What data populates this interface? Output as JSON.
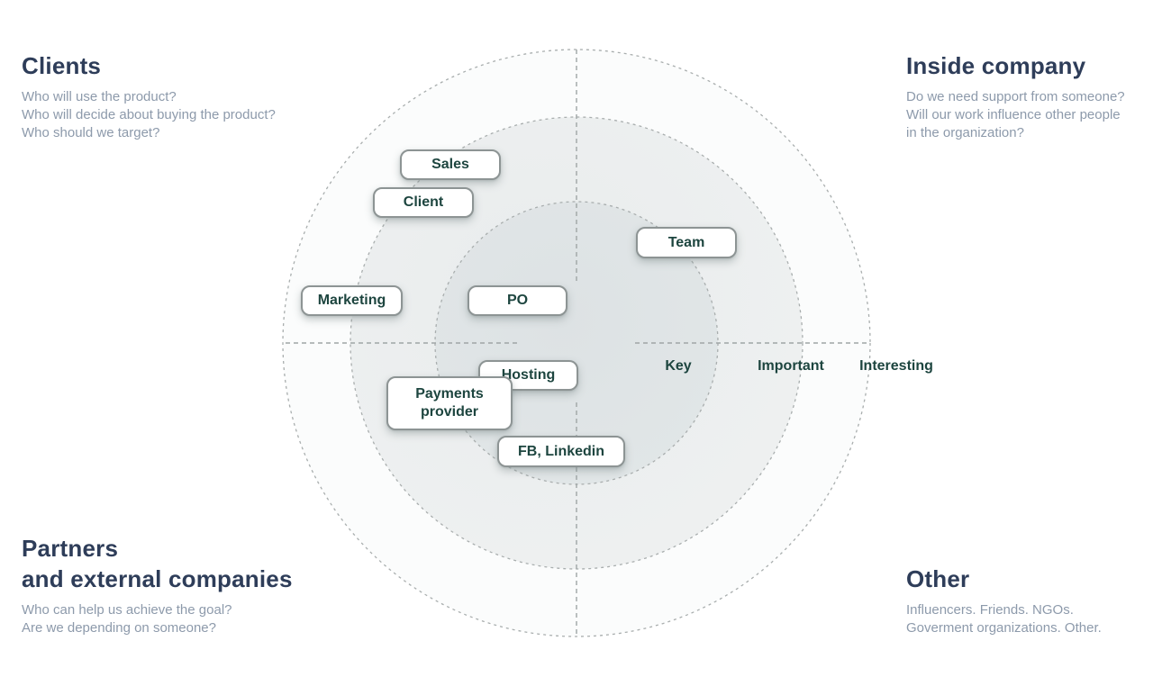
{
  "colors": {
    "background": "#ffffff",
    "heading_text": "#2e3d59",
    "body_text": "#8d9aab",
    "chip_text": "#1d453f",
    "chip_border": "#8d9494",
    "chip_fill": "#ffffff",
    "dash_line": "#a6abab",
    "inner_circle_fill": "#dfe4e6",
    "middle_circle_fill": "#ecefef",
    "outer_circle_fill": "#fbfcfc"
  },
  "quadrants": {
    "clients": {
      "title": "Clients",
      "lines": [
        "Who will use the product?",
        "Who will decide about buying the product?",
        "Who should we target?"
      ]
    },
    "inside_company": {
      "title": "Inside company",
      "lines": [
        "Do we need support from someone?",
        "Will our work influence other people",
        "in the organization?"
      ]
    },
    "partners": {
      "title_lines": [
        "Partners",
        "and external companies"
      ],
      "lines": [
        "Who can help us achieve the goal?",
        "Are we depending on someone?"
      ]
    },
    "other": {
      "title": "Other",
      "lines": [
        "Influencers. Friends. NGOs.",
        "Goverment organizations. Other."
      ]
    }
  },
  "rings": {
    "inner": "Key",
    "middle": "Important",
    "outer": "Interesting"
  },
  "stakeholders": [
    {
      "label": "Sales"
    },
    {
      "label": "Client"
    },
    {
      "label": "Team"
    },
    {
      "label": "Marketing"
    },
    {
      "label": "PO"
    },
    {
      "label": "Hosting"
    },
    {
      "label": "Payments provider"
    },
    {
      "label": "FB, Linkedin"
    }
  ]
}
